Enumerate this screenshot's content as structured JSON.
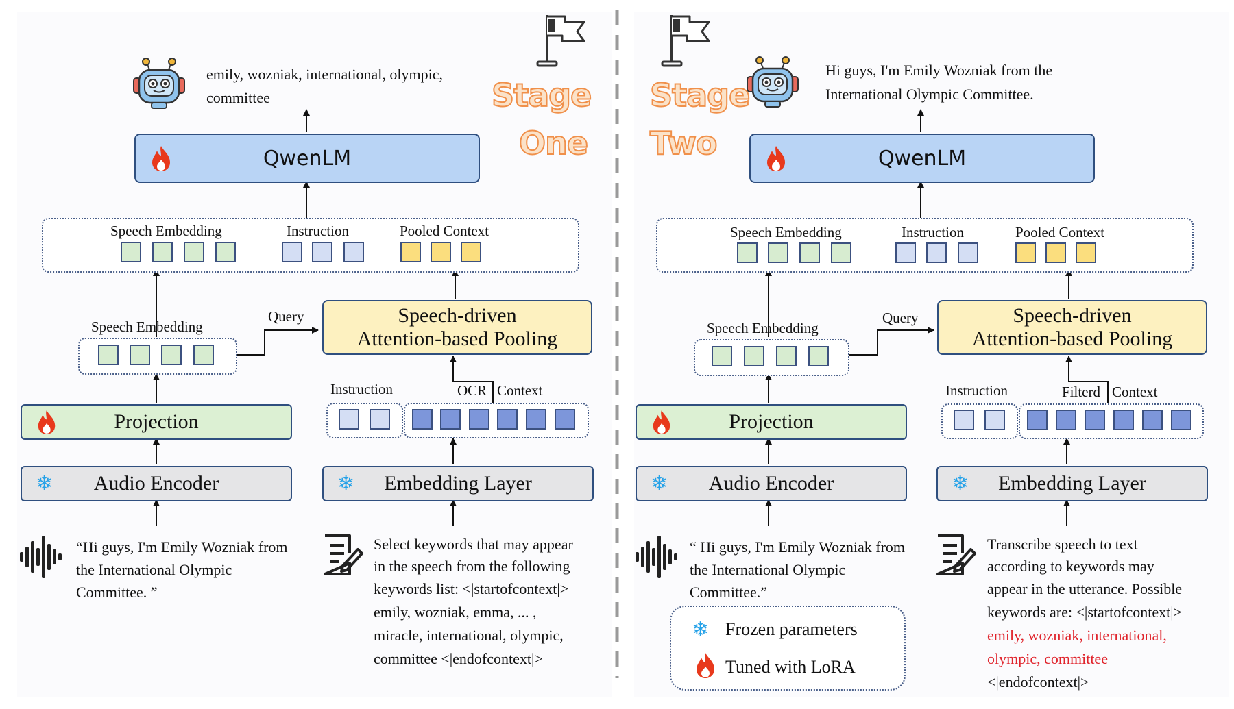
{
  "stage_one": {
    "title_line1": "Stage",
    "title_line2": "One",
    "output_text": "emily, wozniak, international, olympic, committee",
    "qwenlm": "QwenLM",
    "seq_labels": {
      "speech": "Speech Embedding",
      "instruction": "Instruction",
      "pooled": "Pooled Context"
    },
    "speech_embedding_label": "Speech Embedding",
    "query_label": "Query",
    "pooling_line1": "Speech-driven",
    "pooling_line2": "Attention-based Pooling",
    "instruction_label": "Instruction",
    "context_label_a": "OCR",
    "context_label_b": "Context",
    "projection": "Projection",
    "audio_encoder": "Audio Encoder",
    "embedding_layer": "Embedding Layer",
    "speech_text": "“Hi guys, I'm Emily Wozniak from the International Olympic Committee. ”",
    "prompt": {
      "line1": "Select keywords that may appear",
      "line2": "in the speech from the following",
      "line3": "keywords list: <|startofcontext|>",
      "line4": "emily, wozniak, emma, ... ,",
      "line5": "miracle, international, olympic,",
      "line6": "committee <|endofcontext|>"
    }
  },
  "stage_two": {
    "title_line1": "Stage",
    "title_line2": "Two",
    "output_line1": "Hi guys, I'm Emily Wozniak from the",
    "output_line2": "International Olympic Committee.",
    "qwenlm": "QwenLM",
    "seq_labels": {
      "speech": "Speech Embedding",
      "instruction": "Instruction",
      "pooled": "Pooled Context"
    },
    "speech_embedding_label": "Speech Embedding",
    "query_label": "Query",
    "pooling_line1": "Speech-driven",
    "pooling_line2": "Attention-based Pooling",
    "instruction_label": "Instruction",
    "context_label_a": "Filterd",
    "context_label_b": "Context",
    "projection": "Projection",
    "audio_encoder": "Audio Encoder",
    "embedding_layer": "Embedding Layer",
    "speech_text": "“ Hi guys, I'm Emily Wozniak from the International Olympic Committee.”",
    "prompt": {
      "line1": "Transcribe speech to text",
      "line2": "according to keywords may",
      "line3": "appear in the utterance. Possible",
      "line4": "keywords are: <|startofcontext|>",
      "line5": "emily, wozniak, international,",
      "line6": "olympic, committee",
      "line7": "<|endofcontext|>"
    }
  },
  "legend": {
    "frozen": "Frozen parameters",
    "tuned": "Tuned with LoRA"
  },
  "colors": {
    "stage_stroke": "#f0904a",
    "highlight_red": "#e0242c",
    "frozen_blue": "#26a2e8",
    "flame_red": "#e8391c"
  }
}
